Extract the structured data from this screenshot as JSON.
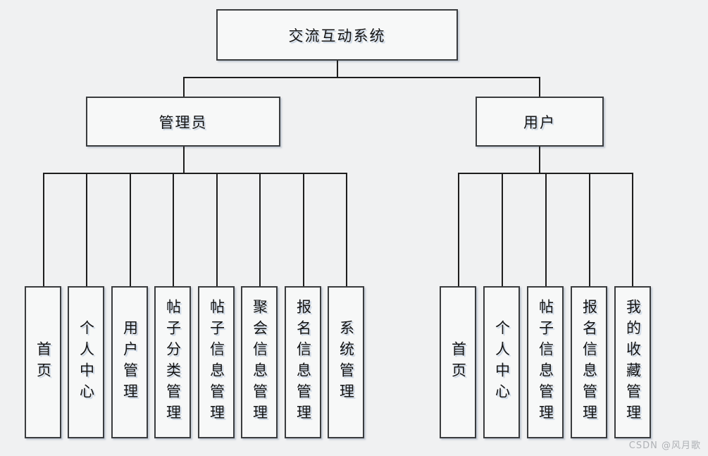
{
  "diagram": {
    "root": {
      "label": "交流互动系统"
    },
    "branches": [
      {
        "label": "管理员",
        "children": [
          "首页",
          "个人中心",
          "用户管理",
          "帖子分类管理",
          "帖子信息管理",
          "聚会信息管理",
          "报名信息管理",
          "系统管理"
        ]
      },
      {
        "label": "用户",
        "children": [
          "首页",
          "个人中心",
          "帖子信息管理",
          "报名信息管理",
          "我的收藏管理"
        ]
      }
    ]
  },
  "watermark": {
    "text": "CSDN @风月歌"
  },
  "colors": {
    "background": "#f0f1f2",
    "node_fill": "#f7f8f8",
    "node_border": "#3a3c3e",
    "connector": "#1e1e1e",
    "watermark": "#aeb1b5"
  }
}
